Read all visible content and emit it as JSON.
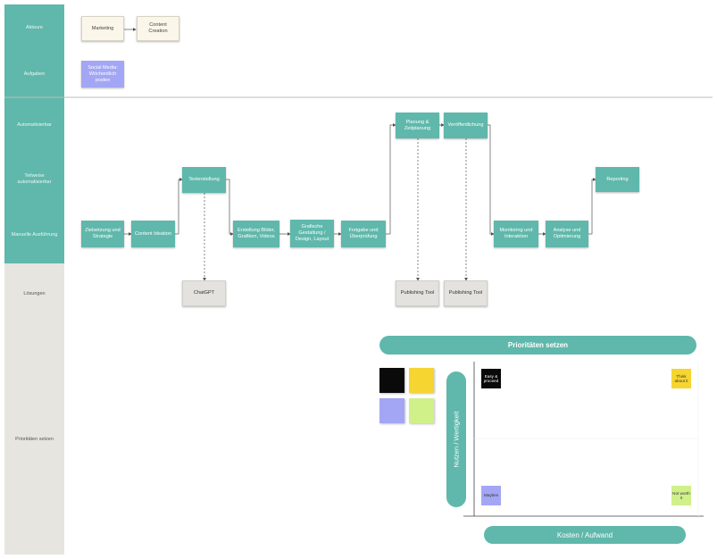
{
  "lanes": [
    {
      "id": "akteure",
      "label": "Akteure"
    },
    {
      "id": "aufgaben",
      "label": "Aufgaben"
    },
    {
      "id": "automatisierbar",
      "label": "Automatisierbar"
    },
    {
      "id": "teilweise",
      "label": "Teilweise automatisierbar"
    },
    {
      "id": "manuell",
      "label": "Manuelle Ausführung"
    },
    {
      "id": "loesungen",
      "label": "Lösungen"
    },
    {
      "id": "prioritaeten",
      "label": "Prioritäten setzen"
    }
  ],
  "nodes": {
    "marketing": "Marketing",
    "content_creation": "Content Creation",
    "aufgabe": "Social Media: Wöchentlich posten",
    "planung": "Planung & Zeitplanung",
    "veroeffentlichung": "Veröffentlichung",
    "reporting": "Reporting",
    "texterstellung": "Texterstellung",
    "zielsetzung": "Zielsetzung und Strategie",
    "content_ideation": "Content Ideation",
    "erstellung_bilder": "Erstellung Bilder, Grafiken, Videos",
    "grafische_gestaltung": "Grafische Gestaltung / Design, Layout",
    "freigabe": "Freigabe und Überprüfung",
    "monitoring": "Monitoring und Interaktion",
    "analyse": "Analyse und Optimierung",
    "chatgpt": "ChatGPT",
    "publishing_tool_1": "Publishing Tool",
    "publishing_tool_2": "Publishing Tool"
  },
  "priority": {
    "title": "Prioritäten setzen",
    "y_axis": "Nutzen / Wertigkeit",
    "x_axis": "Kosten / Aufwand",
    "quadrants": {
      "top_left": "Easy & proceed",
      "top_right": "Think about it",
      "bottom_left": "Maybes",
      "bottom_right": "Not worth it"
    }
  },
  "colors": {
    "teal": "#5fb8ab",
    "cream": "#fbf6ea",
    "gray": "#e3e2de",
    "lavender": "#a3a6f4",
    "black": "#0a0a0a",
    "yellow": "#f6d531",
    "lime": "#d0f08a"
  }
}
